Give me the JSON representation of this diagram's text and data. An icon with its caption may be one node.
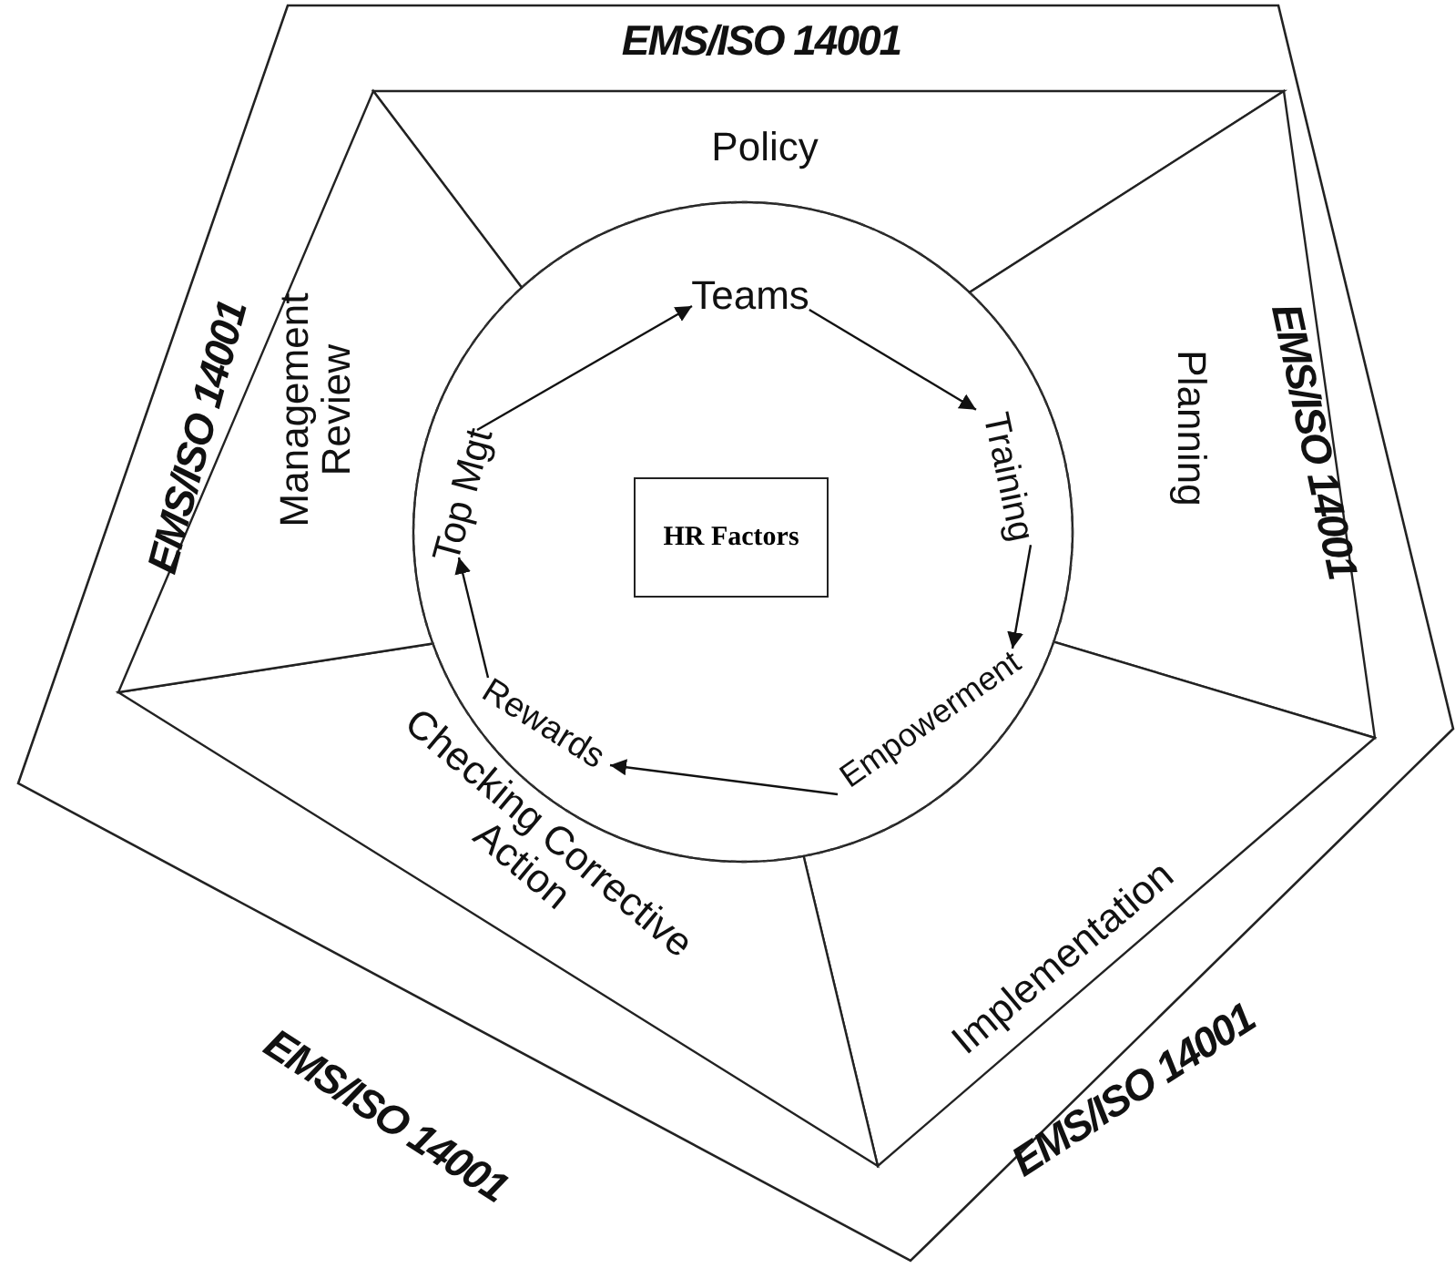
{
  "diagram": {
    "nodes": [
      {
        "text": [
          "Policy"
        ]
      },
      {
        "text": [
          "Planning"
        ]
      },
      {
        "text": [
          "Implementation"
        ]
      },
      {
        "text": [
          "Checking Corrective Action"
        ]
      },
      {
        "text": [
          "Management Review"
        ]
      },
      {
        "text": [
          "Teams"
        ]
      },
      {
        "text": [
          "Training"
        ]
      },
      {
        "text": [
          "Empowerment"
        ]
      },
      {
        "text": [
          "Rewards"
        ]
      },
      {
        "text": [
          "Top Mgt"
        ]
      },
      {
        "text": [
          "HR Factors"
        ]
      }
    ],
    "edges": [
      {
        "from": 5,
        "to": 6,
        "arrow": "to"
      },
      {
        "from": 6,
        "to": 7,
        "arrow": "to"
      },
      {
        "from": 7,
        "to": 8,
        "arrow": "to"
      },
      {
        "from": 8,
        "to": 9,
        "arrow": "to"
      },
      {
        "from": 9,
        "to": 5,
        "arrow": "to"
      }
    ],
    "labels": [
      "EMS/ISO 14001",
      "EMS/ISO 14001",
      "EMS/ISO 14001",
      "EMS/ISO 14001",
      "EMS/ISO 14001"
    ]
  }
}
